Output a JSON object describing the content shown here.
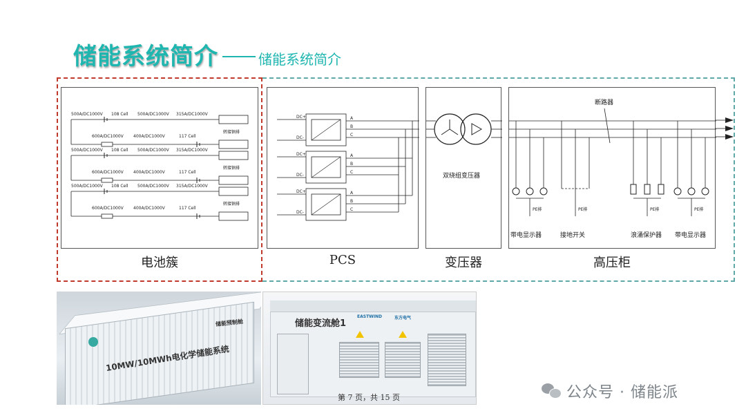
{
  "header": {
    "title": "储能系统简介",
    "subtitle": "储能系统简介"
  },
  "sections": {
    "battery": "电池簇",
    "pcs": "PCS",
    "transformer": "变压器",
    "hv_cabinet": "高压柜"
  },
  "battery_rows": [
    {
      "breaker1": "500A/DC1000V",
      "cells_top": "108 Cell",
      "breaker2": "500A/DC1000V",
      "breaker3": "315A/DC1000V",
      "fuse1": "600A/DC1000V",
      "breaker4": "400A/DC1000V",
      "cells_bottom": "117 Cell",
      "bus_label": "转接铜排"
    },
    {
      "breaker1": "500A/DC1000V",
      "cells_top": "108 Cell",
      "breaker2": "500A/DC1000V",
      "breaker3": "315A/DC1000V",
      "fuse1": "600A/DC1000V",
      "breaker4": "400A/DC1000V",
      "cells_bottom": "117 Cell",
      "bus_label": "转接铜排"
    },
    {
      "breaker1": "500A/DC1000V",
      "cells_top": "108 Cell",
      "breaker2": "500A/DC1000V",
      "breaker3": "315A/DC1000V",
      "fuse1": "600A/DC1000V",
      "breaker4": "400A/DC1000V",
      "cells_bottom": "117 Cell",
      "bus_label": "转接铜排"
    }
  ],
  "pcs_labels": {
    "dc_plus": "DC+",
    "dc_minus": "DC-",
    "phases": [
      "A",
      "B",
      "C"
    ]
  },
  "transformer_label": "双绕组变压器",
  "hv_labels": {
    "breaker": "断路器",
    "pe": "PE排",
    "indicator1": "带电显示器",
    "grounding": "接地开关",
    "surge": "浪涌保护器",
    "indicator2": "带电显示器"
  },
  "photos": {
    "container_text": "10MW/10MWh电化学储能系统",
    "container_sign": "储能预制舱",
    "cabin_text": "储能变流舱1",
    "cabin_brand1": "EASTWIND",
    "cabin_brand2": "东方电气",
    "page_note": "第 7 页，共 15 页"
  },
  "watermark": {
    "text": "公众号 · 储能派"
  },
  "colors": {
    "accent": "#1fb6b0",
    "battery_zone": "#c0392b",
    "system_zone": "#5fa8a8"
  }
}
